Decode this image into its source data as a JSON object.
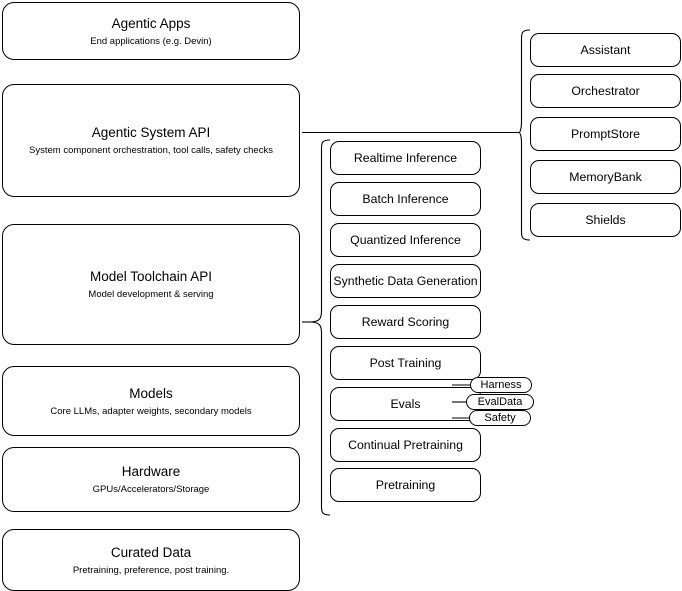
{
  "diagram": {
    "type": "layered-stack-architecture",
    "accent_color": "#000000",
    "background_color": "#ffffff",
    "box_fill": "#ffffff",
    "box_stroke": "#000000"
  },
  "left_stack": {
    "name": "platform-layers",
    "items": [
      {
        "title": "Agentic Apps",
        "subtitle": "End applications (e.g. Devin)"
      },
      {
        "title": "Agentic System API",
        "subtitle": "System component orchestration, tool calls, safety checks"
      },
      {
        "title": "Model Toolchain API",
        "subtitle": "Model development & serving"
      },
      {
        "title": "Models",
        "subtitle": "Core LLMs, adapter weights, secondary models"
      },
      {
        "title": "Hardware",
        "subtitle": "GPUs/Accelerators/Storage"
      },
      {
        "title": "Curated Data",
        "subtitle": "Pretraining, preference, post training."
      }
    ]
  },
  "middle_stack": {
    "name": "model-toolchain-capabilities",
    "items": [
      {
        "label": "Realtime Inference"
      },
      {
        "label": "Batch Inference"
      },
      {
        "label": "Quantized Inference"
      },
      {
        "label": "Synthetic Data Generation"
      },
      {
        "label": "Reward Scoring"
      },
      {
        "label": "Post Training"
      },
      {
        "label": "Evals"
      },
      {
        "label": "Continual Pretraining"
      },
      {
        "label": "Pretraining"
      }
    ]
  },
  "right_stack": {
    "name": "agentic-system-components",
    "items": [
      {
        "label": "Assistant"
      },
      {
        "label": "Orchestrator"
      },
      {
        "label": "PromptStore"
      },
      {
        "label": "MemoryBank"
      },
      {
        "label": "Shields"
      }
    ]
  },
  "evals_pills": {
    "name": "evals-subcomponents",
    "items": [
      {
        "label": "Harness"
      },
      {
        "label": "EvalData"
      },
      {
        "label": "Safety"
      }
    ]
  }
}
